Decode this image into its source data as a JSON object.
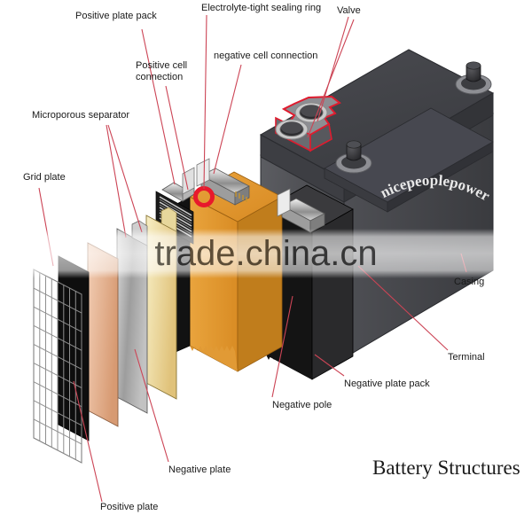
{
  "diagram": {
    "title": "Battery Structures",
    "watermark": "trade.china.cn",
    "brand": "nicepeoplepower",
    "callouts": [
      {
        "id": "positive-plate-pack",
        "label": "Positive plate pack"
      },
      {
        "id": "electrolyte-tight-sealing-ring",
        "label": "Electrolyte-tight sealing ring"
      },
      {
        "id": "valve",
        "label": "Valve"
      },
      {
        "id": "positive-cell-connection",
        "label": "Positive cell\nconnection"
      },
      {
        "id": "negative-cell-connection",
        "label": "negative cell connection"
      },
      {
        "id": "microporous-separator",
        "label": "Microporous separator"
      },
      {
        "id": "grid-plate",
        "label": "Grid plate"
      },
      {
        "id": "casing",
        "label": "Casing"
      },
      {
        "id": "terminal",
        "label": "Terminal"
      },
      {
        "id": "negative-plate-pack",
        "label": "Negative plate pack"
      },
      {
        "id": "negative-pole",
        "label": "Negative pole"
      },
      {
        "id": "negative-plate",
        "label": "Negative plate"
      },
      {
        "id": "positive-plate",
        "label": "Positive plate"
      }
    ],
    "colors": {
      "leader_line": "#cc4455",
      "highlight_ring": "#e8192c",
      "casing_dark": "#3a3a3d",
      "casing_mid": "#55565a",
      "casing_light": "#6e7074",
      "plate_orange": "#e59a33",
      "plate_black": "#101010",
      "plate_salmon": "#e8b79a",
      "plate_cream": "#f0e0b0",
      "plate_gray": "#9a9a9a",
      "text": "#1a1a1a"
    }
  }
}
